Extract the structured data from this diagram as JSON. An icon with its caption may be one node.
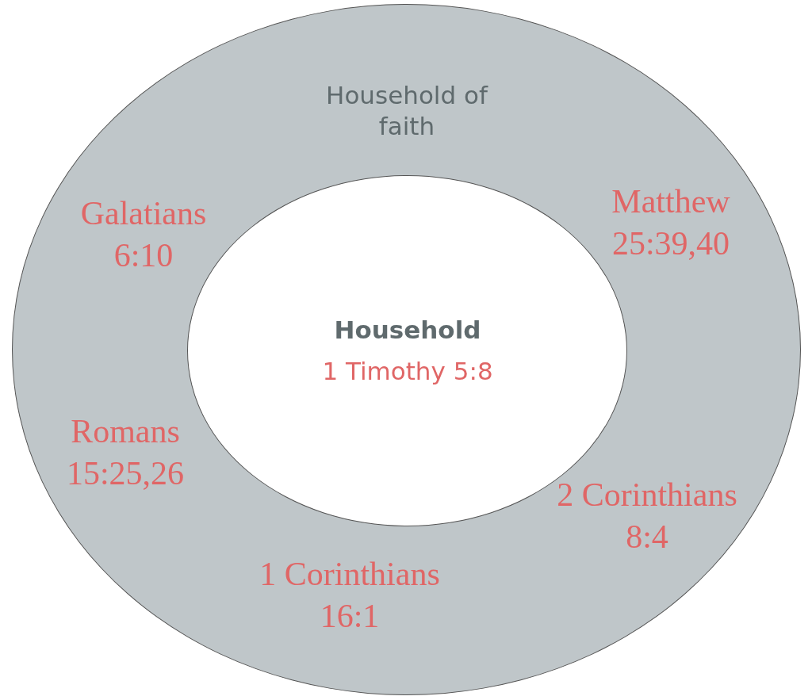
{
  "diagram": {
    "nodes": [
      {
        "text": [
          "Household of faith",
          "Galatians 6:10",
          "Matthew 25:39,40",
          "Romans 15:25,26",
          "2 Corinthians 8:4",
          "1 Corinthians 16:1"
        ]
      },
      {
        "text": [
          "Household",
          "1 Timothy 5:8"
        ],
        "in": 0
      }
    ],
    "edges": []
  }
}
